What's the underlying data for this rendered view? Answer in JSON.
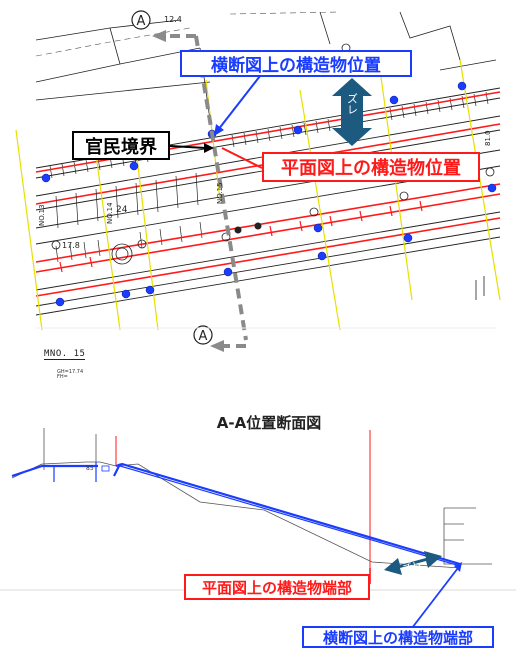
{
  "labels": {
    "blue_top": "横断図上の構造物位置",
    "boundary": "官民境界",
    "red_top": "平面図上の構造物位置",
    "zure_top": "ズレ",
    "section_title": "A-A位置断面図",
    "red_bottom": "平面図上の構造物端部",
    "zure_bottom": "ズレ",
    "blue_bottom": "横断図上の構造物端部",
    "section_marker": "A"
  },
  "plan_annotations": {
    "elev_top": "12.4",
    "elev_left": "17.8",
    "stake_24": "24",
    "stake_13": "NO.13",
    "stake_14": "NO.14",
    "stake_15": "NO.15",
    "stake_18": "81.0"
  },
  "section_annotations": {
    "station": "MNO. 15",
    "sub_1": "GH=17.74",
    "sub_2": "FH=",
    "mark_85": "85"
  },
  "colors": {
    "blue": "#1a3cff",
    "red": "#ff1a1a",
    "arrow_fill": "#1d5a80",
    "section_line": "#8a8a8a"
  }
}
